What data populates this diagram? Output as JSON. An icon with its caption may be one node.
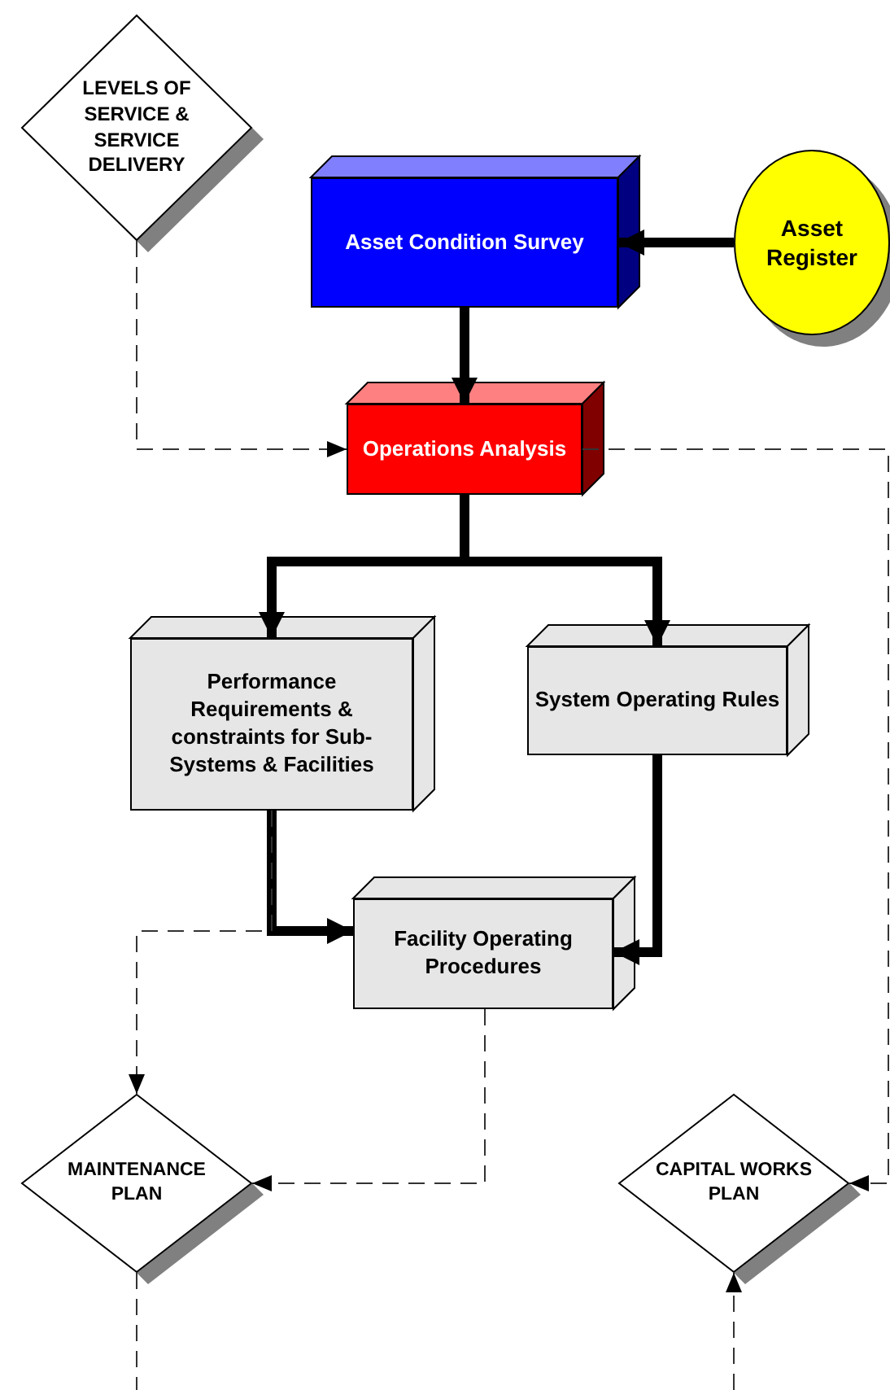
{
  "diagram": {
    "nodes": [
      {
        "text": [
          "LEVELS OF SERVICE & SERVICE DELIVERY"
        ]
      },
      {
        "text": [
          "Asset Condition Survey"
        ]
      },
      {
        "text": [
          "Asset Register"
        ]
      },
      {
        "text": [
          "Operations Analysis"
        ]
      },
      {
        "text": [
          "Performance Requirements & constraints for Sub-Systems & Facilities"
        ]
      },
      {
        "text": [
          "System Operating Rules"
        ]
      },
      {
        "text": [
          "Facility Operating Procedures"
        ]
      },
      {
        "text": [
          "MAINTENANCE PLAN"
        ]
      },
      {
        "text": [
          "CAPITAL WORKS PLAN"
        ]
      }
    ],
    "edges": [
      {
        "from": 2,
        "to": 1,
        "arrow": "to",
        "style": "thick"
      },
      {
        "from": 1,
        "to": 3,
        "arrow": "to",
        "style": "thick"
      },
      {
        "from": 3,
        "to": 4,
        "arrow": "to",
        "style": "thick"
      },
      {
        "from": 3,
        "to": 5,
        "arrow": "to",
        "style": "thick"
      },
      {
        "from": 4,
        "to": 6,
        "arrow": "to",
        "style": "thick"
      },
      {
        "from": 5,
        "to": 6,
        "arrow": "to",
        "style": "thick"
      },
      {
        "from": 0,
        "to": 3,
        "arrow": "to",
        "style": "dashed"
      },
      {
        "from": 3,
        "to": 8,
        "arrow": "to",
        "style": "dashed"
      },
      {
        "from": 4,
        "to": 7,
        "arrow": "to",
        "style": "dashed"
      },
      {
        "from": 6,
        "to": 7,
        "arrow": "to",
        "style": "dashed"
      },
      {
        "from": 7,
        "to": null,
        "arrow": "none",
        "style": "dashed"
      },
      {
        "from": null,
        "to": 8,
        "arrow": "to",
        "style": "dashed"
      }
    ]
  }
}
